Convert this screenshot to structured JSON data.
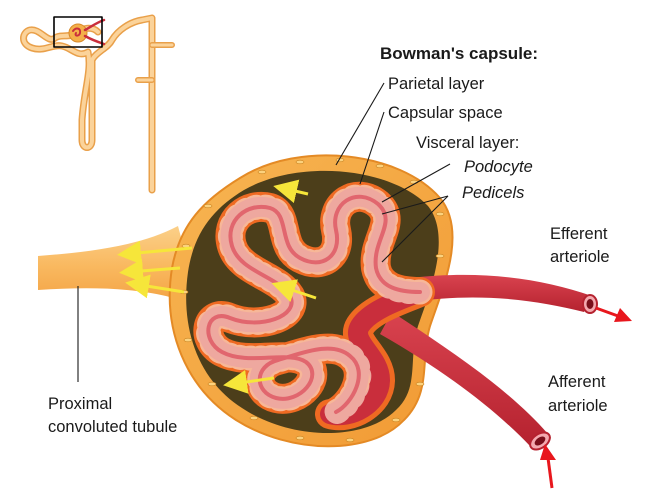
{
  "labels": {
    "bowmans_capsule": "Bowman's capsule:",
    "parietal_layer": "Parietal layer",
    "capsular_space": "Capsular space",
    "visceral_layer": "Visceral layer:",
    "podocyte": "Podocyte",
    "pedicels": "Pedicels",
    "efferent_line1": "Efferent",
    "efferent_line2": "arteriole",
    "afferent_line1": "Afferent",
    "afferent_line2": "arteriole",
    "proximal_line1": "Proximal",
    "proximal_line2": "convoluted tubule"
  },
  "colors": {
    "capsule_outer": "#f4a640",
    "capsular_space": "#4c3e1a",
    "vessel_red": "#c92e3c",
    "podocyte_orange": "#ef6a22",
    "tubule": "#fbc06a",
    "flow_arrow": "#f6e63a",
    "blood_arrow": "#e8171d",
    "text": "#1a1a1a"
  }
}
